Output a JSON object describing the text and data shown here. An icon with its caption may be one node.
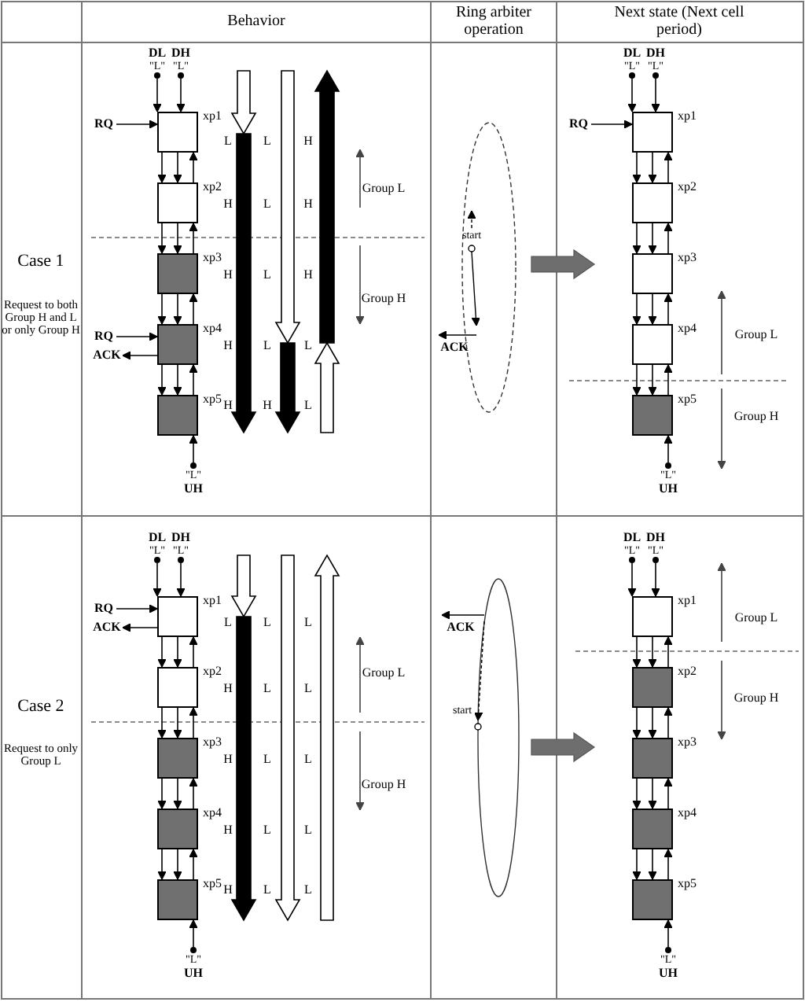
{
  "diagram": {
    "nodes": [
      {
        "text": [
          "DL",
          "\"L\""
        ]
      },
      {
        "text": [
          "DH",
          "\"L\""
        ]
      },
      {
        "text": [
          "RQ"
        ]
      },
      {
        "text": [],
        "shape": "box",
        "beside": [
          "xp1"
        ]
      },
      {
        "text": [],
        "shape": "box",
        "beside": [
          "xp2"
        ]
      },
      {
        "text": [],
        "shape": "box",
        "beside": [
          "xp3"
        ]
      },
      {
        "text": [
          "RQ"
        ]
      },
      {
        "text": [
          "ACK"
        ]
      },
      {
        "text": [],
        "shape": "box",
        "beside": [
          "xp4"
        ]
      },
      {
        "text": [],
        "shape": "box",
        "beside": [
          "xp5"
        ]
      },
      {
        "text": [
          "\"L\"",
          "UH"
        ]
      },
      {
        "text": [
          "DL",
          "\"L\""
        ]
      },
      {
        "text": [
          "DH",
          "\"L\""
        ]
      },
      {
        "text": [
          "RQ"
        ]
      },
      {
        "text": [],
        "shape": "box",
        "beside": [
          "xp1"
        ]
      },
      {
        "text": [],
        "shape": "box",
        "beside": [
          "xp2"
        ]
      },
      {
        "text": [],
        "shape": "box",
        "beside": [
          "xp3"
        ]
      },
      {
        "text": [],
        "shape": "box",
        "beside": [
          "xp4"
        ]
      },
      {
        "text": [],
        "shape": "box",
        "beside": [
          "xp5"
        ]
      },
      {
        "text": [
          "\"L\"",
          "UH"
        ]
      },
      {
        "text": [
          "DL",
          "\"L\""
        ]
      },
      {
        "text": [
          "DH",
          "\"L\""
        ]
      },
      {
        "text": [
          "RQ"
        ]
      },
      {
        "text": [
          "ACK"
        ]
      },
      {
        "text": [],
        "shape": "box",
        "beside": [
          "xp1"
        ]
      },
      {
        "text": [],
        "shape": "box",
        "beside": [
          "xp2"
        ]
      },
      {
        "text": [],
        "shape": "box",
        "beside": [
          "xp3"
        ]
      },
      {
        "text": [],
        "shape": "box",
        "beside": [
          "xp4"
        ]
      },
      {
        "text": [],
        "shape": "box",
        "beside": [
          "xp5"
        ]
      },
      {
        "text": [
          "\"L\"",
          "UH"
        ]
      },
      {
        "text": [
          "DL",
          "\"L\""
        ]
      },
      {
        "text": [
          "DH",
          "\"L\""
        ]
      },
      {
        "text": [],
        "shape": "box",
        "beside": [
          "xp1"
        ]
      },
      {
        "text": [],
        "shape": "box",
        "beside": [
          "xp2"
        ]
      },
      {
        "text": [],
        "shape": "box",
        "beside": [
          "xp3"
        ]
      },
      {
        "text": [],
        "shape": "box",
        "beside": [
          "xp4"
        ]
      },
      {
        "text": [],
        "shape": "box",
        "beside": [
          "xp5"
        ]
      },
      {
        "text": [
          "\"L\"",
          "UH"
        ]
      }
    ],
    "edges": [
      {
        "from": 0,
        "to": 3,
        "arrow": "to"
      },
      {
        "from": 1,
        "to": 3,
        "arrow": "to"
      },
      {
        "from": 2,
        "to": 3,
        "arrow": "to"
      },
      {
        "from": 3,
        "to": 4,
        "arrow": "to"
      },
      {
        "from": 3,
        "to": 4,
        "arrow": "to"
      },
      {
        "from": 4,
        "to": 3,
        "arrow": "to"
      },
      {
        "from": 4,
        "to": 5,
        "arrow": "to"
      },
      {
        "from": 4,
        "to": 5,
        "arrow": "to"
      },
      {
        "from": 5,
        "to": 4,
        "arrow": "to"
      },
      {
        "from": 5,
        "to": 8,
        "arrow": "to"
      },
      {
        "from": 5,
        "to": 8,
        "arrow": "to"
      },
      {
        "from": 8,
        "to": 5,
        "arrow": "to"
      },
      {
        "from": 8,
        "to": 9,
        "arrow": "to"
      },
      {
        "from": 8,
        "to": 9,
        "arrow": "to"
      },
      {
        "from": 9,
        "to": 8,
        "arrow": "to"
      },
      {
        "from": 6,
        "to": 8,
        "arrow": "to"
      },
      {
        "from": 8,
        "to": 7,
        "arrow": "to"
      },
      {
        "from": 10,
        "to": 9,
        "arrow": "to"
      },
      {
        "from": 11,
        "to": 14,
        "arrow": "to"
      },
      {
        "from": 12,
        "to": 14,
        "arrow": "to"
      },
      {
        "from": 13,
        "to": 14,
        "arrow": "to"
      },
      {
        "from": 14,
        "to": 15,
        "arrow": "to"
      },
      {
        "from": 14,
        "to": 15,
        "arrow": "to"
      },
      {
        "from": 15,
        "to": 14,
        "arrow": "to"
      },
      {
        "from": 15,
        "to": 16,
        "arrow": "to"
      },
      {
        "from": 15,
        "to": 16,
        "arrow": "to"
      },
      {
        "from": 16,
        "to": 15,
        "arrow": "to"
      },
      {
        "from": 16,
        "to": 17,
        "arrow": "to"
      },
      {
        "from": 16,
        "to": 17,
        "arrow": "to"
      },
      {
        "from": 17,
        "to": 16,
        "arrow": "to"
      },
      {
        "from": 17,
        "to": 18,
        "arrow": "to"
      },
      {
        "from": 17,
        "to": 18,
        "arrow": "to"
      },
      {
        "from": 18,
        "to": 17,
        "arrow": "to"
      },
      {
        "from": 19,
        "to": 18,
        "arrow": "to"
      },
      {
        "from": 20,
        "to": 24,
        "arrow": "to"
      },
      {
        "from": 21,
        "to": 24,
        "arrow": "to"
      },
      {
        "from": 22,
        "to": 24,
        "arrow": "to"
      },
      {
        "from": 24,
        "to": 23,
        "arrow": "to"
      },
      {
        "from": 24,
        "to": 25,
        "arrow": "to"
      },
      {
        "from": 24,
        "to": 25,
        "arrow": "to"
      },
      {
        "from": 25,
        "to": 24,
        "arrow": "to"
      },
      {
        "from": 25,
        "to": 26,
        "arrow": "to"
      },
      {
        "from": 25,
        "to": 26,
        "arrow": "to"
      },
      {
        "from": 26,
        "to": 25,
        "arrow": "to"
      },
      {
        "from": 26,
        "to": 27,
        "arrow": "to"
      },
      {
        "from": 26,
        "to": 27,
        "arrow": "to"
      },
      {
        "from": 27,
        "to": 26,
        "arrow": "to"
      },
      {
        "from": 27,
        "to": 28,
        "arrow": "to"
      },
      {
        "from": 27,
        "to": 28,
        "arrow": "to"
      },
      {
        "from": 28,
        "to": 27,
        "arrow": "to"
      },
      {
        "from": 29,
        "to": 28,
        "arrow": "to"
      },
      {
        "from": 30,
        "to": 32,
        "arrow": "to"
      },
      {
        "from": 31,
        "to": 32,
        "arrow": "to"
      },
      {
        "from": 32,
        "to": 33,
        "arrow": "to"
      },
      {
        "from": 32,
        "to": 33,
        "arrow": "to"
      },
      {
        "from": 33,
        "to": 32,
        "arrow": "to"
      },
      {
        "from": 33,
        "to": 34,
        "arrow": "to"
      },
      {
        "from": 33,
        "to": 34,
        "arrow": "to"
      },
      {
        "from": 34,
        "to": 33,
        "arrow": "to"
      },
      {
        "from": 34,
        "to": 35,
        "arrow": "to"
      },
      {
        "from": 34,
        "to": 35,
        "arrow": "to"
      },
      {
        "from": 35,
        "to": 34,
        "arrow": "to"
      },
      {
        "from": 35,
        "to": 36,
        "arrow": "to"
      },
      {
        "from": 35,
        "to": 36,
        "arrow": "to"
      },
      {
        "from": 36,
        "to": 35,
        "arrow": "to"
      },
      {
        "from": 37,
        "to": 36,
        "arrow": "to"
      }
    ],
    "labels": [
      "Behavior",
      "Ring arbiter operation",
      "Next state (Next cell period)",
      "Case 1",
      "Request to both Group H and L or only Group H",
      "L",
      "L",
      "H",
      "H",
      "L",
      "H",
      "H",
      "L",
      "H",
      "H",
      "L",
      "L",
      "H",
      "H",
      "L",
      "Group L",
      "Group H",
      "start",
      "ACK",
      "Group L",
      "Group H",
      "Case 2",
      "Request to only Group L",
      "L",
      "L",
      "L",
      "H",
      "L",
      "L",
      "H",
      "L",
      "L",
      "H",
      "L",
      "L",
      "H",
      "L",
      "L",
      "Group L",
      "Group H",
      "ACK",
      "start",
      "Group L",
      "Group H"
    ]
  }
}
